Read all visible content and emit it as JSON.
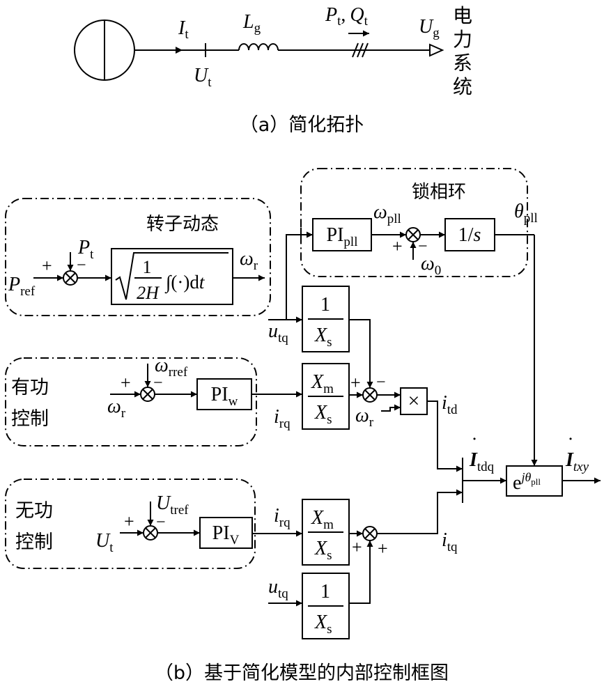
{
  "part_a": {
    "caption": "（a）简化拓扑",
    "current": "I",
    "current_sub": "t",
    "voltage_t": "U",
    "voltage_t_sub": "t",
    "inductor": "L",
    "inductor_sub": "g",
    "power_p": "P",
    "power_p_sub": "t",
    "comma": ",",
    "power_q": "Q",
    "power_q_sub": "t",
    "grid_voltage": "U",
    "grid_voltage_sub": "g",
    "power_system": [
      "电",
      "力",
      "系",
      "统"
    ]
  },
  "part_b": {
    "caption": "（b）基于简化模型的内部控制框图",
    "rotor": {
      "title": "转子动态",
      "ref": "P",
      "ref_sub": "ref",
      "fb": "P",
      "fb_sub": "t",
      "plus": "+",
      "minus": "−",
      "sqrt_num": "1",
      "sqrt_den": "2H",
      "integral": "∫(·)d",
      "integral_var": "t",
      "out": "ω",
      "out_sub": "r"
    },
    "pll": {
      "title": "锁相环",
      "pi": "PI",
      "pi_sub": "pll",
      "omega": "ω",
      "omega_sub": "pll",
      "omega0": "ω",
      "omega0_sub": "0",
      "plus": "+",
      "minus": "−",
      "integrator": "1/",
      "integrator_var": "s",
      "theta": "θ",
      "theta_sub": "pll"
    },
    "active": {
      "title_line1": "有功",
      "title_line2": "控制",
      "in": "ω",
      "in_sub": "r",
      "ref": "ω",
      "ref_sub": "rref",
      "plus": "+",
      "minus": "−",
      "pi": "PI",
      "pi_sub": "w",
      "irq": "i",
      "irq_sub": "rq",
      "utq": "u",
      "utq_sub": "tq",
      "one": "1",
      "xs": "X",
      "xs_sub": "s",
      "xm": "X",
      "xm_sub": "m",
      "sum_plus": "+",
      "sum_minus": "−",
      "omega_r": "ω",
      "omega_r_sub": "r",
      "mult": "×",
      "itd": "i",
      "itd_sub": "td"
    },
    "reactive": {
      "title_line1": "无功",
      "title_line2": "控制",
      "in": "U",
      "in_sub": "t",
      "ref": "U",
      "ref_sub": "tref",
      "plus": "+",
      "minus": "−",
      "pi": "PI",
      "pi_sub": "V",
      "irq": "i",
      "irq_sub": "rq",
      "utq": "u",
      "utq_sub": "tq",
      "one": "1",
      "xs": "X",
      "xs_sub": "s",
      "xm": "X",
      "xm_sub": "m",
      "sum_plus": "+",
      "itq": "i",
      "itq_sub": "tq"
    },
    "output": {
      "itdq": "I",
      "itdq_sub": "tdq",
      "rot_base": "e",
      "rot_exp": "jθ",
      "rot_exp_sub": "pll",
      "itxy": "I",
      "itxy_sub": "txy",
      "dot": "˙"
    }
  }
}
